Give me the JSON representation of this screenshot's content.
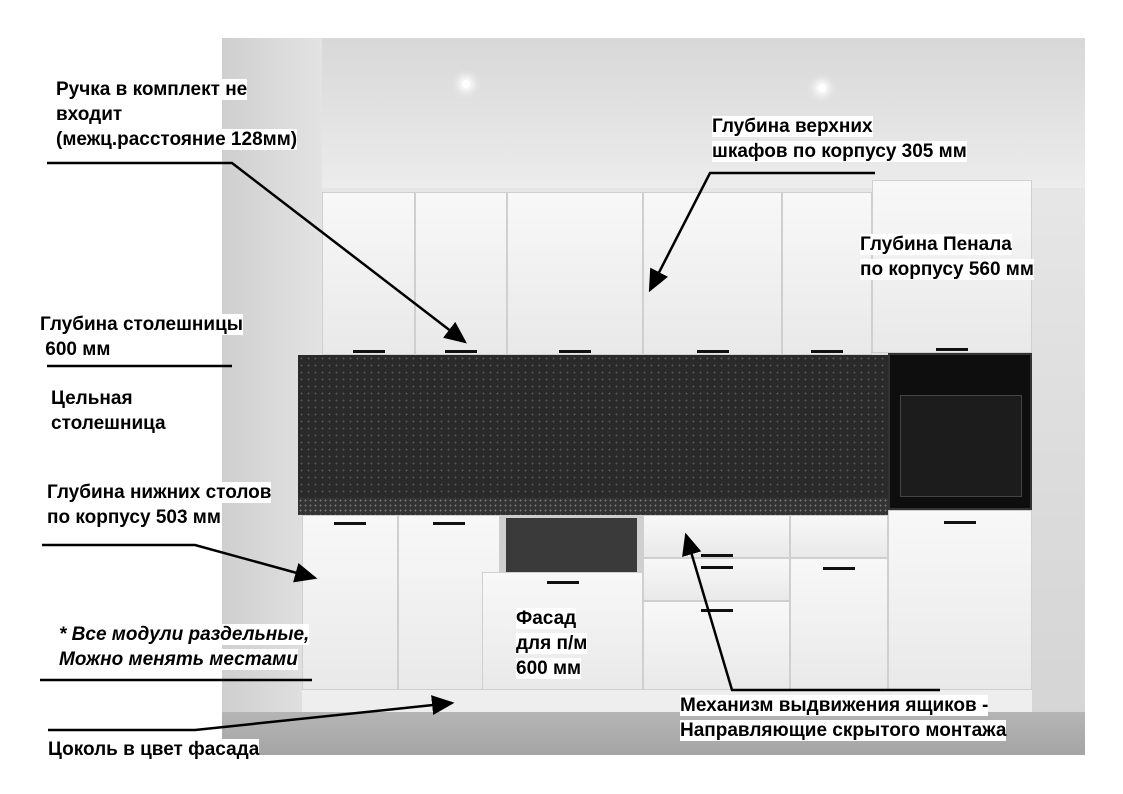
{
  "annotations": {
    "handle": [
      "Ручка в комплект не",
      "входит",
      "(межц.расстояние 128мм)"
    ],
    "upper_depth": [
      "Глубина верхних",
      "шкафов по корпусу 305 мм"
    ],
    "tall_depth": [
      "Глубина Пенала",
      "по корпусу 560 мм"
    ],
    "countertop_depth": [
      "Глубина столешницы",
      " 600 мм"
    ],
    "solid_countertop": [
      "Цельная",
      "столешница"
    ],
    "lower_depth": [
      "Глубина нижних столов",
      "по корпусу 503 мм"
    ],
    "modules_note": [
      "* Все модули раздельные,",
      "Можно менять местами"
    ],
    "dishwasher_facade": [
      "Фасад",
      "для п/м",
      "600 мм"
    ],
    "drawer_mechanism": [
      "Механизм выдвижения ящиков -",
      "Направляющие скрытого монтажа"
    ],
    "plinth": [
      "Цоколь в цвет фасада"
    ]
  }
}
